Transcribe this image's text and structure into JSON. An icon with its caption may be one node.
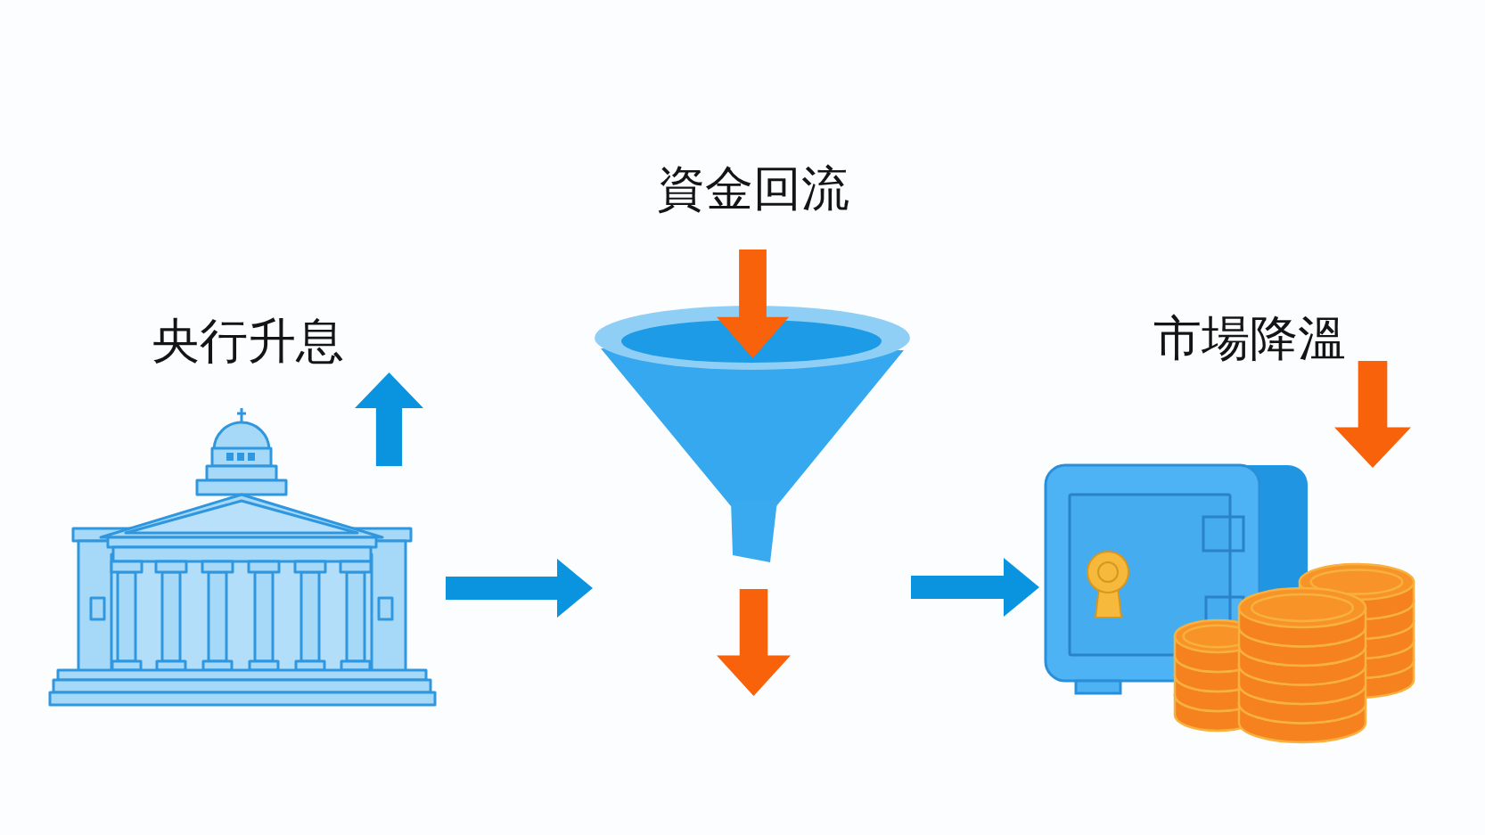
{
  "diagram": {
    "nodes": [
      {
        "text": [
          "央行升息"
        ]
      },
      {
        "text": [
          "資金回流"
        ]
      },
      {
        "text": [
          "市場降溫"
        ]
      }
    ],
    "edges": [
      {
        "from": 0,
        "to": 1,
        "arrow": "to"
      },
      {
        "from": 1,
        "to": 2,
        "arrow": "to"
      }
    ]
  }
}
